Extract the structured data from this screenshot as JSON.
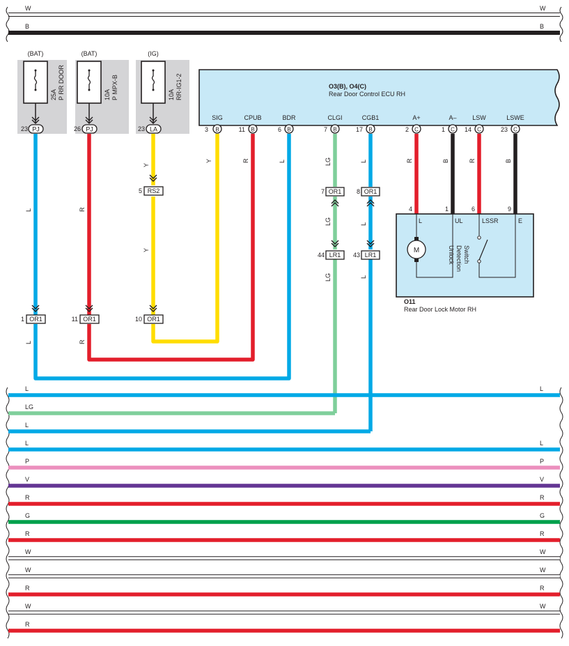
{
  "colors": {
    "W": "#ffffff",
    "B": "#231f20",
    "L": "#00a9e6",
    "LG": "#7fcf9b",
    "P": "#ec8fbd",
    "V": "#633593",
    "R": "#e31e2b",
    "G": "#00a04b",
    "Y": "#ffdd00",
    "fuse_box": "#d4d4d6",
    "ecu_fill": "#c8e9f7",
    "outline": "#231f20"
  },
  "fuses": [
    {
      "source": "(BAT)",
      "rating": "25A",
      "name": "P RR DOOR",
      "pin": "23",
      "connector": "PJ"
    },
    {
      "source": "(BAT)",
      "rating": "10A",
      "name": "P MPX-B",
      "pin": "26",
      "connector": "PJ"
    },
    {
      "source": "(IG)",
      "rating": "10A",
      "name": "RR-IG1-2",
      "pin": "23",
      "connector": "LA"
    }
  ],
  "ecu": {
    "id": "O3(B), O4(C)",
    "name": "Rear Door Control ECU RH",
    "terminals": [
      {
        "label": "SIG",
        "pin": "3",
        "connector": "B"
      },
      {
        "label": "CPUB",
        "pin": "11",
        "connector": "B"
      },
      {
        "label": "BDR",
        "pin": "6",
        "connector": "B"
      },
      {
        "label": "CLGI",
        "pin": "7",
        "connector": "B"
      },
      {
        "label": "CGB1",
        "pin": "17",
        "connector": "B"
      },
      {
        "label": "A+",
        "pin": "2",
        "connector": "C"
      },
      {
        "label": "A–",
        "pin": "1",
        "connector": "C"
      },
      {
        "label": "LSW",
        "pin": "14",
        "connector": "C"
      },
      {
        "label": "LSWE",
        "pin": "23",
        "connector": "C"
      }
    ]
  },
  "motor": {
    "id": "O11",
    "name": "Rear Door Lock Motor RH",
    "pins": [
      "4",
      "1",
      "6",
      "9"
    ],
    "terminals": [
      "L",
      "UL",
      "LSSR",
      "E"
    ],
    "motor_symbol": "M",
    "switch_label": [
      "Unlock",
      "Detection",
      "Switch"
    ]
  },
  "junctions": [
    {
      "pin": "5",
      "connector": "RS2"
    },
    {
      "pin": "7",
      "connector": "OR1"
    },
    {
      "pin": "8",
      "connector": "OR1"
    },
    {
      "pin": "44",
      "connector": "LR1"
    },
    {
      "pin": "43",
      "connector": "LR1"
    },
    {
      "pin": "1",
      "connector": "OR1"
    },
    {
      "pin": "11",
      "connector": "OR1"
    },
    {
      "pin": "10",
      "connector": "OR1"
    }
  ],
  "wire_labels": {
    "l": "L",
    "r": "R",
    "y": "Y",
    "lg": "LG",
    "b": "B"
  },
  "buses_top": [
    {
      "label": "W"
    },
    {
      "label": "B"
    }
  ],
  "buses_bottom": [
    {
      "label_left": "L",
      "label_right": "L"
    },
    {
      "label_left": "LG",
      "label_right": ""
    },
    {
      "label_left": "L",
      "label_right": ""
    },
    {
      "label_left": "L",
      "label_right": "L"
    },
    {
      "label_left": "P",
      "label_right": "P"
    },
    {
      "label_left": "V",
      "label_right": "V"
    },
    {
      "label_left": "R",
      "label_right": "R"
    },
    {
      "label_left": "G",
      "label_right": "G"
    },
    {
      "label_left": "R",
      "label_right": "R"
    },
    {
      "label_left": "W",
      "label_right": "W"
    },
    {
      "label_left": "W",
      "label_right": "W"
    },
    {
      "label_left": "R",
      "label_right": "R"
    },
    {
      "label_left": "W",
      "label_right": "W"
    },
    {
      "label_left": "R",
      "label_right": ""
    }
  ]
}
